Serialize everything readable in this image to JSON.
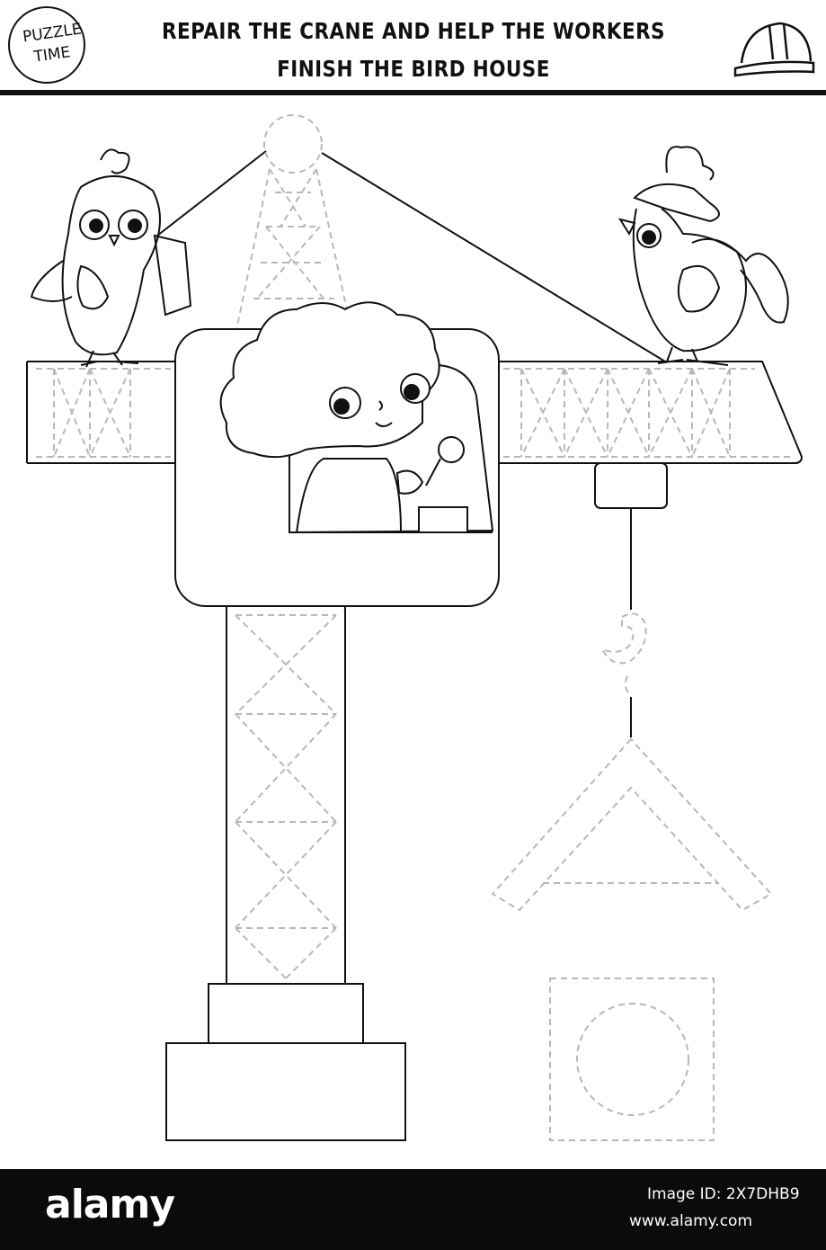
{
  "logo": {
    "line1": "PUZZLE",
    "line2": "TIME"
  },
  "title": {
    "line1": "REPAIR THE CRANE AND HELP THE WORKERS",
    "line2": "FINISH THE BIRD HOUSE"
  },
  "footer": {
    "brand": "alamy",
    "image_id": "Image ID: 2X7DHB9",
    "site": "www.alamy.com"
  },
  "colors": {
    "ink": "#111111",
    "dashed": "#b8b8b8",
    "footer_bg": "#0b0b0b"
  }
}
